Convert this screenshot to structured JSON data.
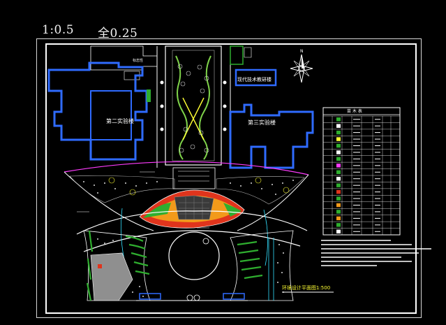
{
  "header": {
    "scale_a": "1:0.5",
    "scale_b": "全0.25"
  },
  "labels": {
    "left_building": "第二实验楼",
    "right_building": "第三实验楼",
    "top_right_building": "现代技术教研楼",
    "plan_title": "环境设计平面图1:500",
    "legend_title": "苗 木 表"
  },
  "colors": {
    "background": "#000000",
    "building_outline": "#2f6bff",
    "road": "#ffffff",
    "plaza_red": "#e0341c",
    "plaza_orange": "#f29a1a",
    "lawn_green": "#2fae2f",
    "accent_magenta": "#ff3cff",
    "accent_yellow": "#ffff33",
    "accent_cyan": "#33e0ff"
  },
  "icons": {
    "north_arrow": "compass-rose-icon"
  },
  "legend": {
    "rows": 18
  }
}
